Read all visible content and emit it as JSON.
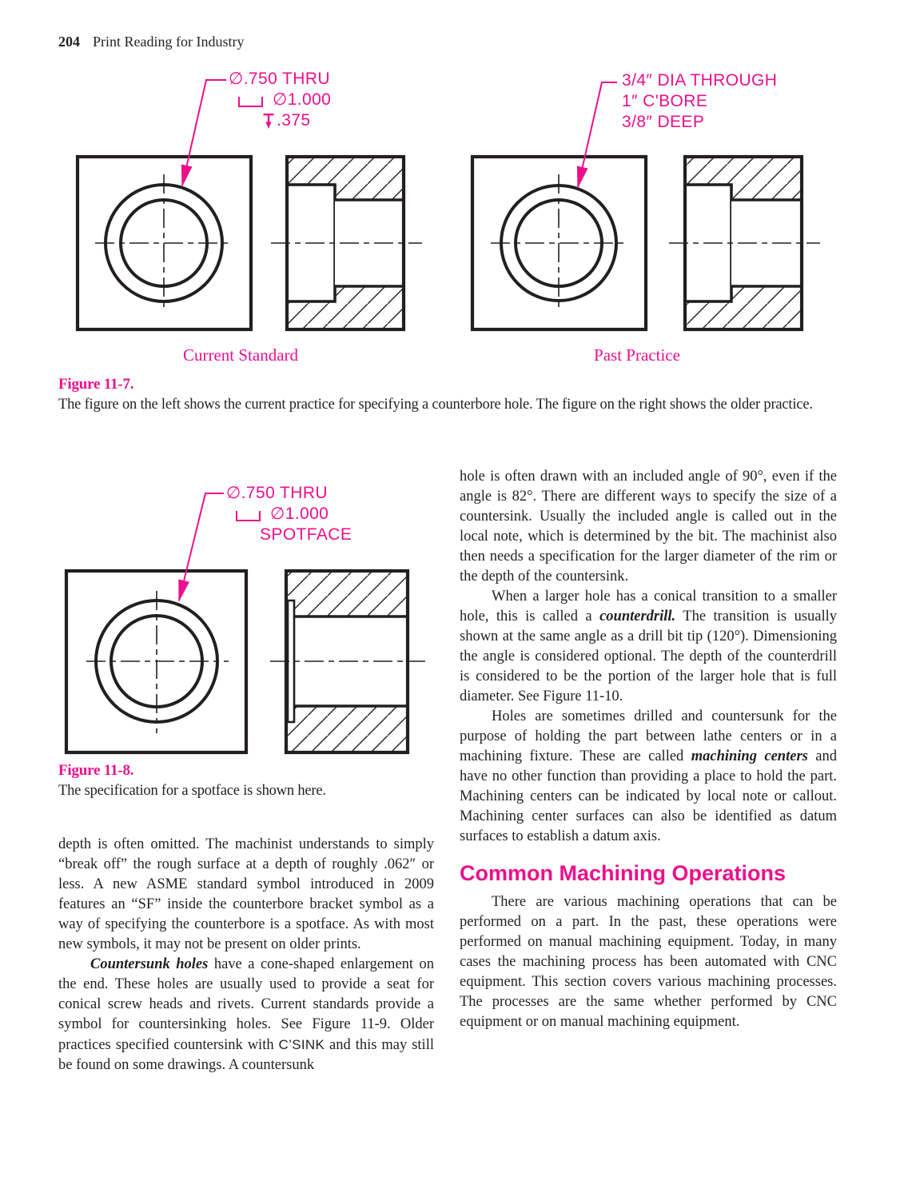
{
  "page": {
    "number": "204",
    "title": "Print Reading for Industry"
  },
  "colors": {
    "accent": "#ec0f8d",
    "ink": "#231f20",
    "paper": "#ffffff"
  },
  "figure_11_7": {
    "callout_left": {
      "line1": "∅.750 THRU",
      "line2": "∅1.000",
      "line3": ".375"
    },
    "callout_left_icons": {
      "line2": "counterbore-icon",
      "line3": "depth-icon"
    },
    "callout_right": {
      "line1": "3/4″ DIA THROUGH",
      "line2": "1″ C'BORE",
      "line3": "3/8″ DEEP"
    },
    "label_left": "Current Standard",
    "label_right": "Past Practice",
    "caption_title": "Figure 11-7.",
    "caption_body": "The figure on the left shows the current practice for specifying a counterbore hole. The figure on the right shows the older practice."
  },
  "figure_11_8": {
    "callout": {
      "line1": "∅.750 THRU",
      "line2": "∅1.000",
      "line3": "SPOTFACE"
    },
    "callout_icons": {
      "line2": "counterbore-icon"
    },
    "caption_title": "Figure 11-8.",
    "caption_body": "The specification for a spotface is shown here."
  },
  "left_column": {
    "paragraphs": [
      [
        {
          "t": "depth is often omitted. The machinist understands to simply “break off” the rough surface at a depth of roughly .062″ or less. A new ASME standard symbol introduced in 2009 features an “SF” inside the counterbore bracket symbol as a way of specifying the counterbore is a spotface. As with most new symbols, it may not be present on older prints."
        }
      ],
      [
        {
          "s": "bi",
          "t": "Countersunk holes"
        },
        {
          "t": " have a cone-shaped enlargement on the end. These holes are usually used to provide a seat for conical screw heads and rivets. Current standards provide a symbol for countersinking holes. See Figure 11-9. Older practices specified countersink with "
        },
        {
          "s": "sans",
          "t": "C’SINK"
        },
        {
          "t": " and this may still be found on some drawings. A countersunk"
        }
      ]
    ]
  },
  "right_column": {
    "paragraphs_top": [
      [
        {
          "t": "hole is often drawn with an included angle of 90°, even if the angle is 82°. There are different ways to specify the size of a countersink. Usually the included angle is called out in the local note, which is determined by the bit. The machinist also then needs a specification for the larger diameter of the rim or the depth of the countersink."
        }
      ],
      [
        {
          "t": "When a larger hole has a conical transition to a smaller hole, this is called a "
        },
        {
          "s": "bi",
          "t": "counterdrill."
        },
        {
          "t": " The transition is usually shown at the same angle as a drill bit tip (120°). Dimensioning the angle is considered optional. The depth of the counterdrill is considered to be the portion of the larger hole that is full diameter. See Figure 11-10."
        }
      ],
      [
        {
          "t": "Holes are sometimes drilled and countersunk for the purpose of holding the part between lathe centers or in a machining fixture. These are called "
        },
        {
          "s": "bi",
          "t": "machining centers"
        },
        {
          "t": " and have no other function than providing a place to hold the part. Machining centers can be indicated by local note or callout. Machining center surfaces can also be identified as datum surfaces to establish a datum axis."
        }
      ]
    ],
    "heading": "Common Machining Operations",
    "paragraphs_bottom": [
      [
        {
          "t": "There are various machining operations that can be performed on a part. In the past, these operations were performed on manual machining equipment. Today, in many cases the machining process has been automated with CNC equipment. This section covers various machining processes. The processes are the same whether performed by CNC equipment or on manual machining equipment."
        }
      ]
    ]
  }
}
